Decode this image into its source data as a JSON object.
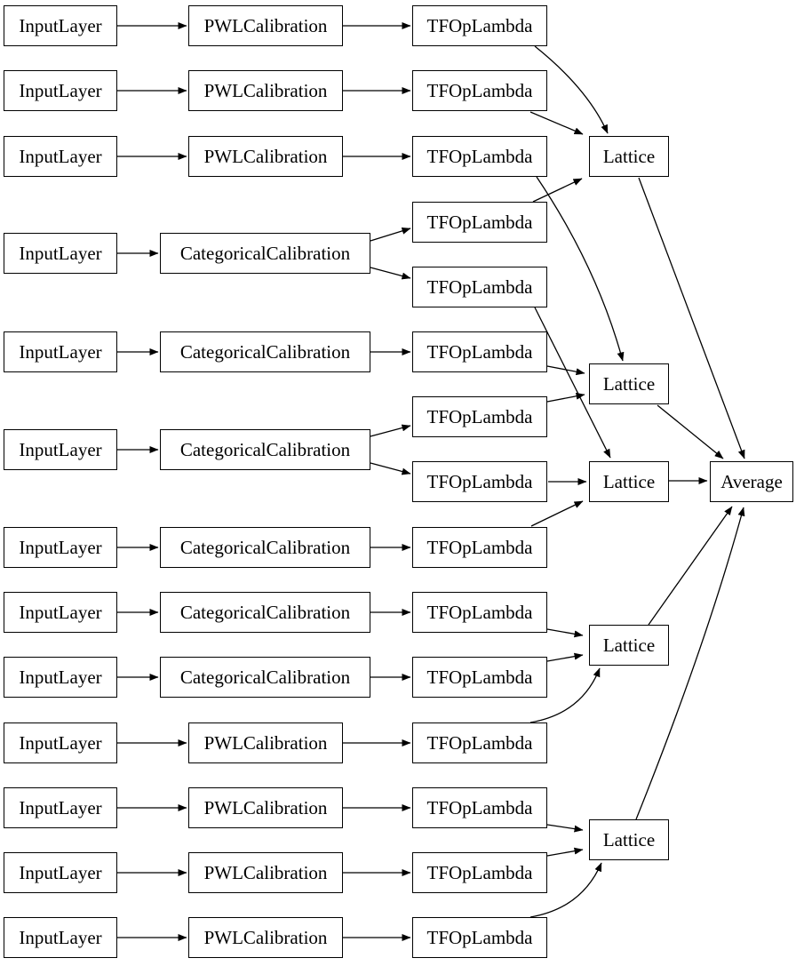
{
  "nodes": {
    "in1": {
      "label": "InputLayer"
    },
    "in2": {
      "label": "InputLayer"
    },
    "in3": {
      "label": "InputLayer"
    },
    "in4": {
      "label": "InputLayer"
    },
    "in5": {
      "label": "InputLayer"
    },
    "in6": {
      "label": "InputLayer"
    },
    "in7": {
      "label": "InputLayer"
    },
    "in8": {
      "label": "InputLayer"
    },
    "in9": {
      "label": "InputLayer"
    },
    "in10": {
      "label": "InputLayer"
    },
    "in11": {
      "label": "InputLayer"
    },
    "in12": {
      "label": "InputLayer"
    },
    "in13": {
      "label": "InputLayer"
    },
    "pwl1": {
      "label": "PWLCalibration"
    },
    "pwl2": {
      "label": "PWLCalibration"
    },
    "pwl3": {
      "label": "PWLCalibration"
    },
    "cat4": {
      "label": "CategoricalCalibration"
    },
    "cat5": {
      "label": "CategoricalCalibration"
    },
    "cat6": {
      "label": "CategoricalCalibration"
    },
    "cat7": {
      "label": "CategoricalCalibration"
    },
    "cat8": {
      "label": "CategoricalCalibration"
    },
    "cat9": {
      "label": "CategoricalCalibration"
    },
    "pwl10": {
      "label": "PWLCalibration"
    },
    "pwl11": {
      "label": "PWLCalibration"
    },
    "pwl12": {
      "label": "PWLCalibration"
    },
    "pwl13": {
      "label": "PWLCalibration"
    },
    "tfl1": {
      "label": "TFOpLambda"
    },
    "tfl2": {
      "label": "TFOpLambda"
    },
    "tfl3": {
      "label": "TFOpLambda"
    },
    "tfl4a": {
      "label": "TFOpLambda"
    },
    "tfl4b": {
      "label": "TFOpLambda"
    },
    "tfl5": {
      "label": "TFOpLambda"
    },
    "tfl6a": {
      "label": "TFOpLambda"
    },
    "tfl6b": {
      "label": "TFOpLambda"
    },
    "tfl7": {
      "label": "TFOpLambda"
    },
    "tfl8": {
      "label": "TFOpLambda"
    },
    "tfl9": {
      "label": "TFOpLambda"
    },
    "tfl10": {
      "label": "TFOpLambda"
    },
    "tfl11": {
      "label": "TFOpLambda"
    },
    "tfl12": {
      "label": "TFOpLambda"
    },
    "tfl13": {
      "label": "TFOpLambda"
    },
    "lat1": {
      "label": "Lattice"
    },
    "lat2": {
      "label": "Lattice"
    },
    "lat3": {
      "label": "Lattice"
    },
    "lat4": {
      "label": "Lattice"
    },
    "lat5": {
      "label": "Lattice"
    },
    "avg": {
      "label": "Average"
    }
  },
  "edges": [
    {
      "from": "in1",
      "to": "pwl1"
    },
    {
      "from": "pwl1",
      "to": "tfl1"
    },
    {
      "from": "tfl1",
      "to": "lat1"
    },
    {
      "from": "in2",
      "to": "pwl2"
    },
    {
      "from": "pwl2",
      "to": "tfl2"
    },
    {
      "from": "tfl2",
      "to": "lat1"
    },
    {
      "from": "in3",
      "to": "pwl3"
    },
    {
      "from": "pwl3",
      "to": "tfl3"
    },
    {
      "from": "tfl3",
      "to": "lat2"
    },
    {
      "from": "in4",
      "to": "cat4"
    },
    {
      "from": "cat4",
      "to": "tfl4a"
    },
    {
      "from": "cat4",
      "to": "tfl4b"
    },
    {
      "from": "tfl4a",
      "to": "lat1"
    },
    {
      "from": "tfl4b",
      "to": "lat3"
    },
    {
      "from": "in5",
      "to": "cat5"
    },
    {
      "from": "cat5",
      "to": "tfl5"
    },
    {
      "from": "tfl5",
      "to": "lat2"
    },
    {
      "from": "in6",
      "to": "cat6"
    },
    {
      "from": "cat6",
      "to": "tfl6a"
    },
    {
      "from": "cat6",
      "to": "tfl6b"
    },
    {
      "from": "tfl6a",
      "to": "lat2"
    },
    {
      "from": "tfl6b",
      "to": "lat3"
    },
    {
      "from": "in7",
      "to": "cat7"
    },
    {
      "from": "cat7",
      "to": "tfl7"
    },
    {
      "from": "tfl7",
      "to": "lat3"
    },
    {
      "from": "in8",
      "to": "cat8"
    },
    {
      "from": "cat8",
      "to": "tfl8"
    },
    {
      "from": "tfl8",
      "to": "lat4"
    },
    {
      "from": "in9",
      "to": "cat9"
    },
    {
      "from": "cat9",
      "to": "tfl9"
    },
    {
      "from": "tfl9",
      "to": "lat4"
    },
    {
      "from": "in10",
      "to": "pwl10"
    },
    {
      "from": "pwl10",
      "to": "tfl10"
    },
    {
      "from": "tfl10",
      "to": "lat4"
    },
    {
      "from": "in11",
      "to": "pwl11"
    },
    {
      "from": "pwl11",
      "to": "tfl11"
    },
    {
      "from": "tfl11",
      "to": "lat5"
    },
    {
      "from": "in12",
      "to": "pwl12"
    },
    {
      "from": "pwl12",
      "to": "tfl12"
    },
    {
      "from": "tfl12",
      "to": "lat5"
    },
    {
      "from": "in13",
      "to": "pwl13"
    },
    {
      "from": "pwl13",
      "to": "tfl13"
    },
    {
      "from": "tfl13",
      "to": "lat5"
    },
    {
      "from": "lat1",
      "to": "avg"
    },
    {
      "from": "lat2",
      "to": "avg"
    },
    {
      "from": "lat3",
      "to": "avg"
    },
    {
      "from": "lat4",
      "to": "avg"
    },
    {
      "from": "lat5",
      "to": "avg"
    }
  ],
  "colors": {
    "stroke": "#000000",
    "background": "#ffffff"
  }
}
